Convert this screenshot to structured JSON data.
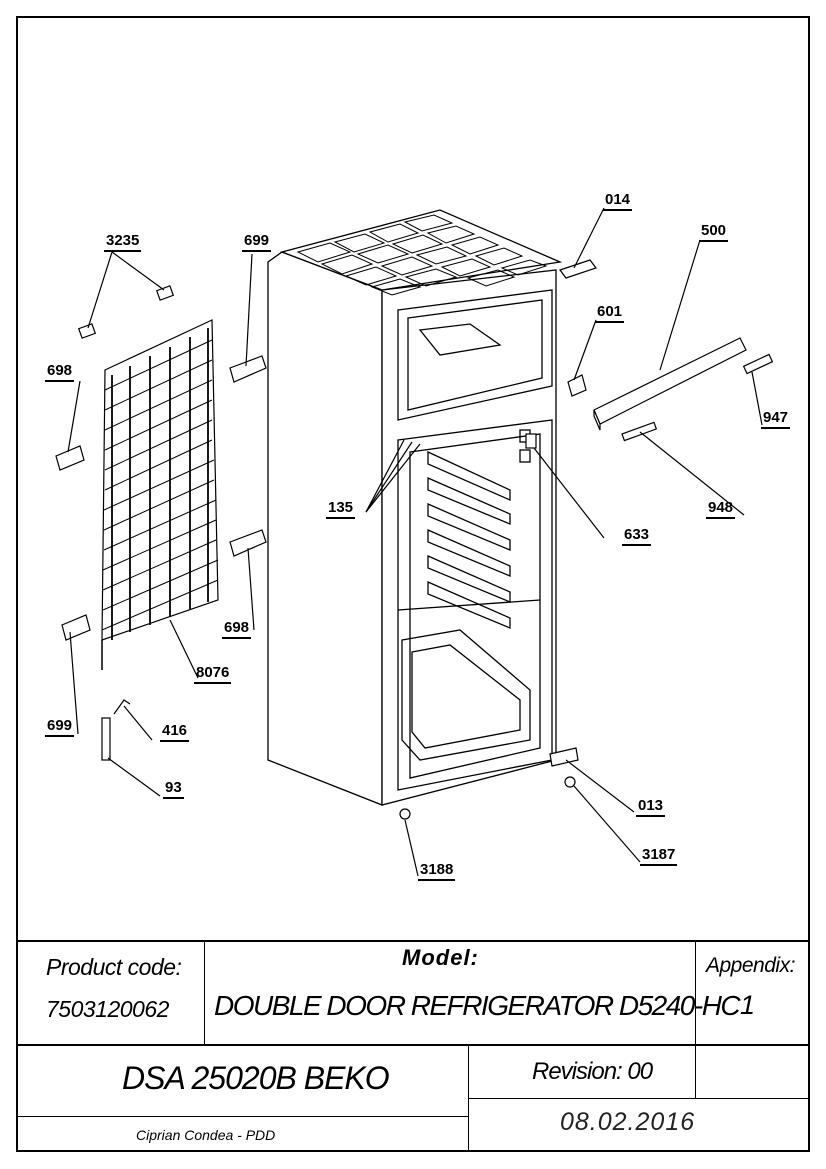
{
  "callouts": {
    "c014": "014",
    "c500": "500",
    "c601": "601",
    "c947": "947",
    "c948": "948",
    "c633": "633",
    "c135": "135",
    "c3235": "3235",
    "c699_top": "699",
    "c698_left": "698",
    "c698_mid": "698",
    "c8076": "8076",
    "c699_bottom": "699",
    "c416": "416",
    "c93": "93",
    "c013": "013",
    "c3187": "3187",
    "c3188": "3188"
  },
  "title_block": {
    "product_code_label": "Product code:",
    "product_code_value": "7503120062",
    "model_label": "Model:",
    "model_value": "DOUBLE DOOR REFRIGERATOR D5240-HC",
    "appendix_label": "Appendix:",
    "appendix_value": "1",
    "customer": "DSA 25020B BEKO",
    "revision": "Revision: 00",
    "author": "Ciprian Condea - PDD",
    "date": "08.02.2016"
  }
}
